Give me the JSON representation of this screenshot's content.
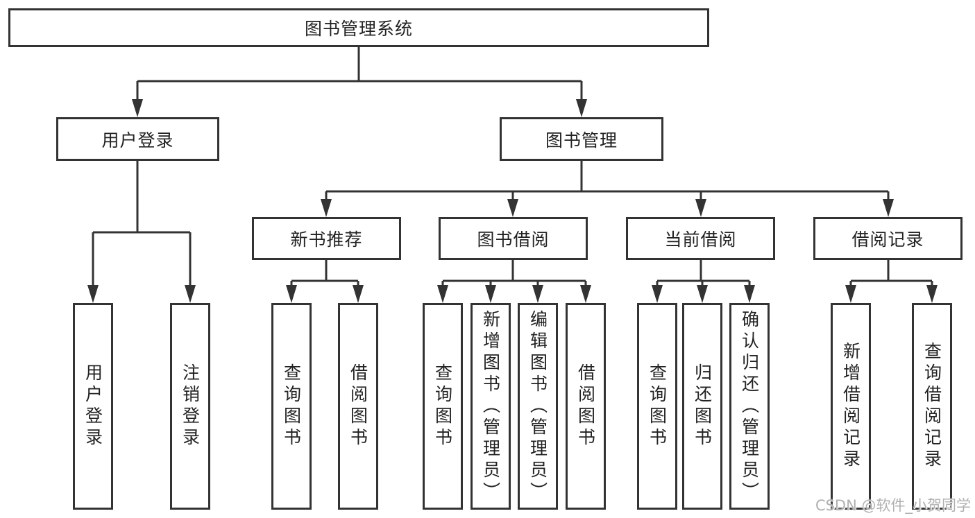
{
  "tree": {
    "root": {
      "label": "图书管理系统"
    },
    "children": [
      {
        "label": "用户登录",
        "children": [
          {
            "label": "用户登录"
          },
          {
            "label": "注销登录"
          }
        ]
      },
      {
        "label": "图书管理",
        "children": [
          {
            "label": "新书推荐",
            "children": [
              {
                "label": "查询图书"
              },
              {
                "label": "借阅图书"
              }
            ]
          },
          {
            "label": "图书借阅",
            "children": [
              {
                "label": "查询图书"
              },
              {
                "label": "新增图书（管理员）"
              },
              {
                "label": "编辑图书（管理员）"
              },
              {
                "label": "借阅图书"
              }
            ]
          },
          {
            "label": "当前借阅",
            "children": [
              {
                "label": "查询图书"
              },
              {
                "label": "归还图书"
              },
              {
                "label": "确认归还（管理员）"
              }
            ]
          },
          {
            "label": "借阅记录",
            "children": [
              {
                "label": "新增借阅记录"
              },
              {
                "label": "查询借阅记录"
              }
            ]
          }
        ]
      }
    ]
  },
  "watermark": {
    "text": "CSDN @软件_小贺同学"
  },
  "colors": {
    "line": "#333333",
    "border": "#333333",
    "text": "#222222",
    "watermark": "#b0b0b0",
    "background": "#ffffff"
  }
}
